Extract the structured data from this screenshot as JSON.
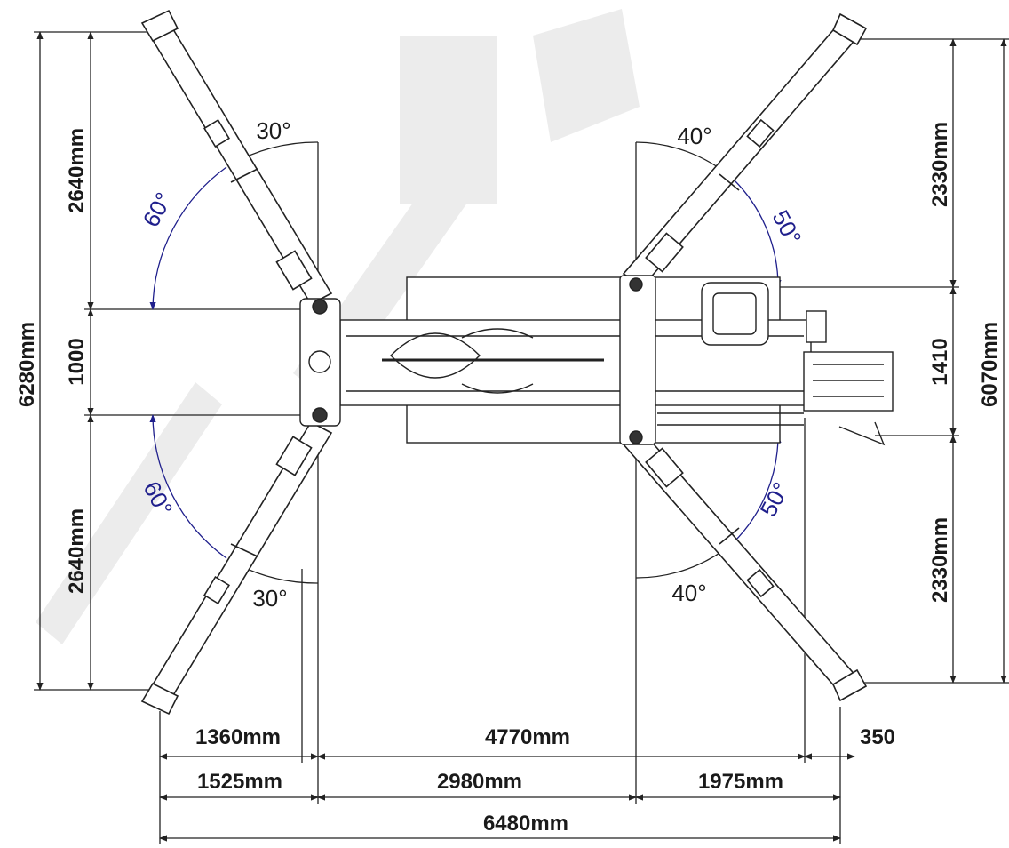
{
  "dimensions": {
    "overall_width": "6480mm",
    "left_outrigger_width": "1525mm",
    "body_front_width": "2980mm",
    "right_outrigger_width": "1975mm",
    "left_pad_offset": "1360mm",
    "upper_center_width": "4770mm",
    "right_overhang": "350",
    "left_total_height": "6280mm",
    "left_upper_height": "2640mm",
    "left_center_height": "1000",
    "left_lower_height": "2640mm",
    "right_total_height": "6070mm",
    "right_upper_height": "2330mm",
    "right_center_height": "1410",
    "right_lower_height": "2330mm"
  },
  "angles": {
    "left_top_small": "30°",
    "left_top_swing": "60°",
    "left_bottom_swing": "60°",
    "left_bottom_small": "30°",
    "right_top_small": "40°",
    "right_top_swing": "50°",
    "right_bottom_swing": "50°",
    "right_bottom_small": "40°"
  },
  "colors": {
    "line": "#222222",
    "angle_arc": "#1f1f8c",
    "watermark": "#e6e6e6"
  }
}
